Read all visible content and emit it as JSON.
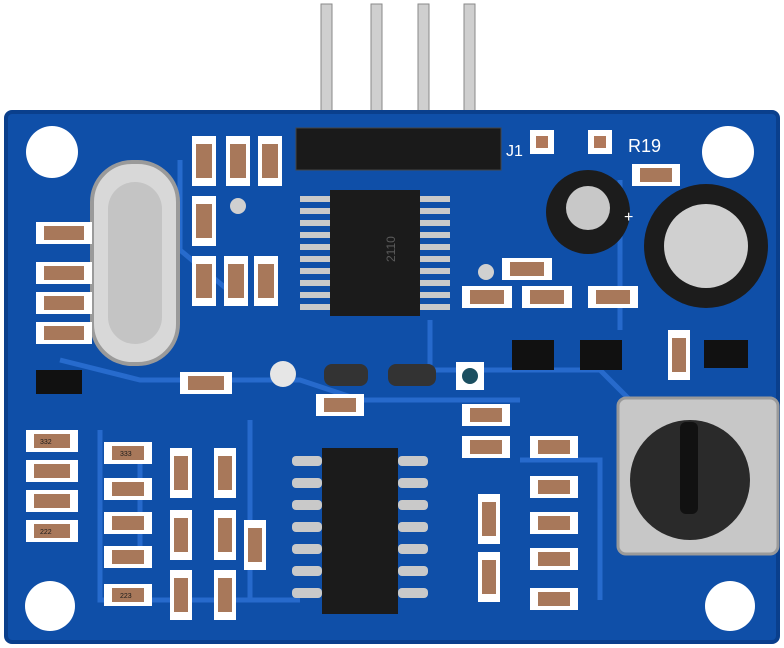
{
  "board": {
    "colors": {
      "background": "#ffffff",
      "pcb": "#0f4fa8",
      "pcb_edge": "#0a3f8c",
      "trace": "#2a6ed0",
      "silkscreen": "#ffffff",
      "ic_body": "#1b1b1b",
      "solder": "#c9c9c9",
      "smd_body": "#a8785a",
      "pot_body": "#2a2a2a",
      "cap_body": "#1c1c1c"
    },
    "labels": {
      "header": "J1",
      "resistor_r19": "R19",
      "upper_ic_marking": "2110",
      "cap_polarity": "+",
      "res_r332": "332",
      "res_r333": "333",
      "res_r222": "222",
      "res_r223": "223"
    },
    "icons": {
      "mounting_hole": "mounting-hole-icon",
      "crystal": "crystal-oscillator-icon",
      "potentiometer": "potentiometer-icon",
      "header_pins": "pin-header-icon"
    }
  }
}
